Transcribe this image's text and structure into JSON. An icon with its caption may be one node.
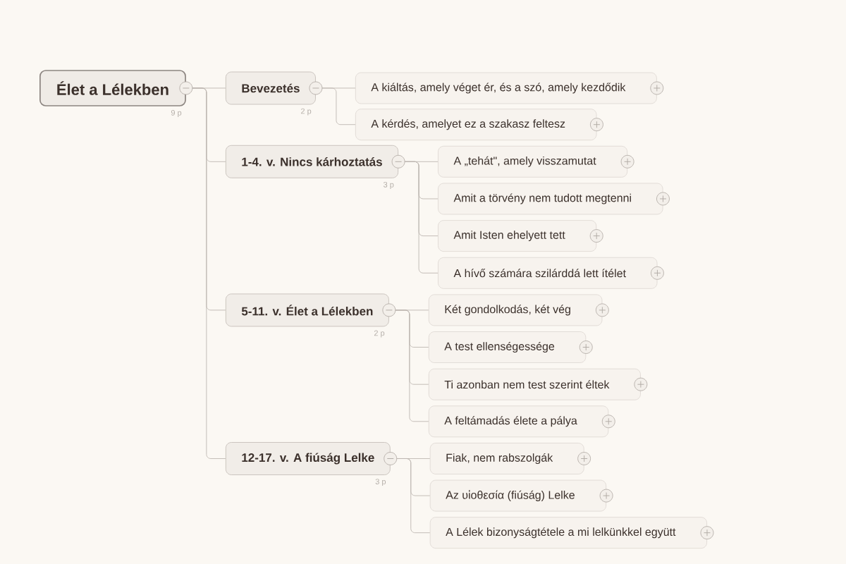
{
  "diagram": {
    "nodes": [
      {
        "text": [
          "Élet a Lélekben"
        ],
        "beside": [
          "9 p"
        ]
      },
      {
        "text": [
          "Bevezetés"
        ],
        "beside": [
          "2 p"
        ]
      },
      {
        "text": [
          "A kiáltás, amely véget ér, és a szó, amely kezdődik"
        ]
      },
      {
        "text": [
          "A kérdés, amelyet ez a szakasz feltesz"
        ]
      },
      {
        "text": [
          "1-4. v. Nincs kárhoztatás"
        ],
        "beside": [
          "3 p"
        ]
      },
      {
        "text": [
          "A „tehát\", amely visszamutat"
        ]
      },
      {
        "text": [
          "Amit a törvény nem tudott megtenni"
        ]
      },
      {
        "text": [
          "Amit Isten ehelyett tett"
        ]
      },
      {
        "text": [
          "A hívő számára szilárddá lett ítélet"
        ]
      },
      {
        "text": [
          "5-11. v. Élet a Lélekben"
        ],
        "beside": [
          "2 p"
        ]
      },
      {
        "text": [
          "Két gondolkodás, két vég"
        ]
      },
      {
        "text": [
          "A test ellenségessége"
        ]
      },
      {
        "text": [
          "Ti azonban nem test szerint éltek"
        ]
      },
      {
        "text": [
          "A feltámadás élete a pálya"
        ]
      },
      {
        "text": [
          "12-17. v. A fiúság Lelke"
        ],
        "beside": [
          "3 p"
        ]
      },
      {
        "text": [
          "Fiak, nem rabszolgák"
        ]
      },
      {
        "text": [
          "Az υἱοθεσία (fiúság) Lelke"
        ]
      },
      {
        "text": [
          "A Lélek bizonyságtétele a mi lelkünkkel együtt"
        ]
      }
    ],
    "edges": [
      {
        "from": 0,
        "to": 1,
        "arrow": "none"
      },
      {
        "from": 1,
        "to": 2,
        "arrow": "none"
      },
      {
        "from": 1,
        "to": 3,
        "arrow": "none"
      },
      {
        "from": 0,
        "to": 4,
        "arrow": "none"
      },
      {
        "from": 4,
        "to": 5,
        "arrow": "none"
      },
      {
        "from": 4,
        "to": 6,
        "arrow": "none"
      },
      {
        "from": 4,
        "to": 7,
        "arrow": "none"
      },
      {
        "from": 4,
        "to": 8,
        "arrow": "none"
      },
      {
        "from": 0,
        "to": 9,
        "arrow": "none"
      },
      {
        "from": 9,
        "to": 10,
        "arrow": "none"
      },
      {
        "from": 9,
        "to": 11,
        "arrow": "none"
      },
      {
        "from": 9,
        "to": 12,
        "arrow": "none"
      },
      {
        "from": 9,
        "to": 13,
        "arrow": "none"
      },
      {
        "from": 0,
        "to": 14,
        "arrow": "none"
      },
      {
        "from": 14,
        "to": 15,
        "arrow": "none"
      },
      {
        "from": 14,
        "to": 16,
        "arrow": "none"
      },
      {
        "from": 14,
        "to": 17,
        "arrow": "none"
      }
    ]
  }
}
